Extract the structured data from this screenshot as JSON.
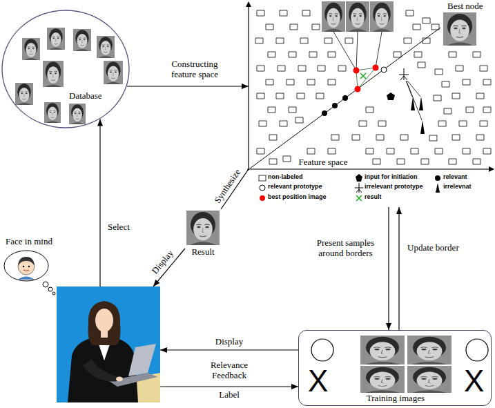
{
  "diagram": {
    "nodes": [
      {
        "text": [
          "Database"
        ]
      },
      {
        "text": [
          "Feature space"
        ]
      },
      {
        "text": [
          "Result"
        ]
      },
      {
        "text": [
          "Face in mind"
        ]
      },
      {
        "text": [
          "Training images"
        ]
      }
    ],
    "edges": [
      {
        "from": 0,
        "to": 1,
        "arrow": "to",
        "label": "Constructing feature space"
      },
      {
        "from": 3,
        "to": 0,
        "arrow": "to",
        "label": "Select"
      },
      {
        "from": 1,
        "to": 2,
        "arrow": "none",
        "label": "Synthesize"
      },
      {
        "from": 2,
        "to": 3,
        "arrow": "to",
        "label": "Display"
      },
      {
        "from": 1,
        "to": 4,
        "arrow": "to",
        "label": "Present samples around borders"
      },
      {
        "from": 4,
        "to": 1,
        "arrow": "to",
        "label": "Update border"
      },
      {
        "from": 4,
        "to": 3,
        "arrow": "to",
        "label": "Display"
      },
      {
        "from": 3,
        "to": 4,
        "arrow": "to",
        "label": "Label"
      }
    ],
    "labels": [
      "Best node",
      "Relevance Feedback",
      "X",
      "X"
    ],
    "legend": [
      {
        "text": "non-labeled"
      },
      {
        "text": "input for initiation"
      },
      {
        "text": "relevant"
      },
      {
        "text": "relevant prototype"
      },
      {
        "text": "irrelevant prototype"
      },
      {
        "text": "irrelevnat"
      },
      {
        "text": "best position image",
        "color": "#ff0000"
      },
      {
        "text": "result"
      }
    ]
  }
}
